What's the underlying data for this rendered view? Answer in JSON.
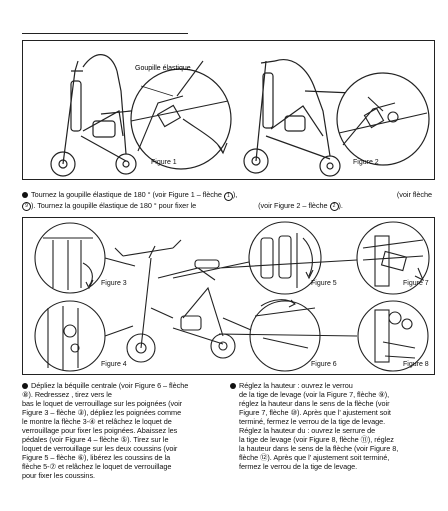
{
  "top": {
    "label_goupille": "Goupille élastique",
    "fig1": "Figure 1",
    "fig2": "Figure 2"
  },
  "step1": {
    "line1a": "Tournez la goupille élastique de 180 ° (voir Figure 1 – flèche ",
    "line1n": "1",
    "line1b": "),",
    "line1c": "(voir flèche",
    "line2a": "",
    "line2n": "9",
    "line2b": "). Tournez la goupille élastique de 180 ° pour fixer le",
    "line2c": "(voir Figure 2 – flèche ",
    "line2n2": "2",
    "line2d": ")."
  },
  "bottom": {
    "fig3": "Figure 3",
    "fig4": "Figure 4",
    "fig5": "Figure 5",
    "fig6": "Figure 6",
    "fig7": "Figure 7",
    "fig8": "Figure 8"
  },
  "step_left": {
    "lines": [
      "Dépliez la béquille centrale (voir Figure 6 – flèche",
      "⑧). Redressez                         , tirez vers le",
      "bas le loquet de verrouillage sur les poignées (voir",
      "Figure 3 – flèche ③), dépliez les poignées comme",
      "le montre la flèche 3-④ et relâchez le loquet de",
      "verrouillage pour fixer les poignées. Abaissez les",
      "pédales (voir Figure 4 – flèche ⑤). Tirez sur le",
      "loquet de verrouillage sur les deux coussins (voir",
      "Figure 5 – flèche ⑥), libérez les coussins de la",
      "flèche 5-⑦ et relâchez le loquet de verrouillage",
      "pour fixer les coussins."
    ]
  },
  "step_right": {
    "lines": [
      "Réglez la hauteur                  : ouvrez le verrou",
      "de la tige de levage (voir la Figure 7, flèche ⑨),",
      "réglez la hauteur dans le sens de la flèche (voir",
      "Figure 7, flèche ⑩). Après que l’ ajustement soit",
      "terminé, fermez le verrou de la tige de levage.",
      "Réglez la hauteur du          : ouvrez le serrure de",
      "la tige de levage (voir Figure 8, flèche ⑪), réglez",
      "la hauteur dans le sens de la flèche (voir Figure 8,",
      "flèche ⑫). Après que l’ ajustement soit terminé,",
      "fermez le verrou de la tige de levage."
    ]
  }
}
